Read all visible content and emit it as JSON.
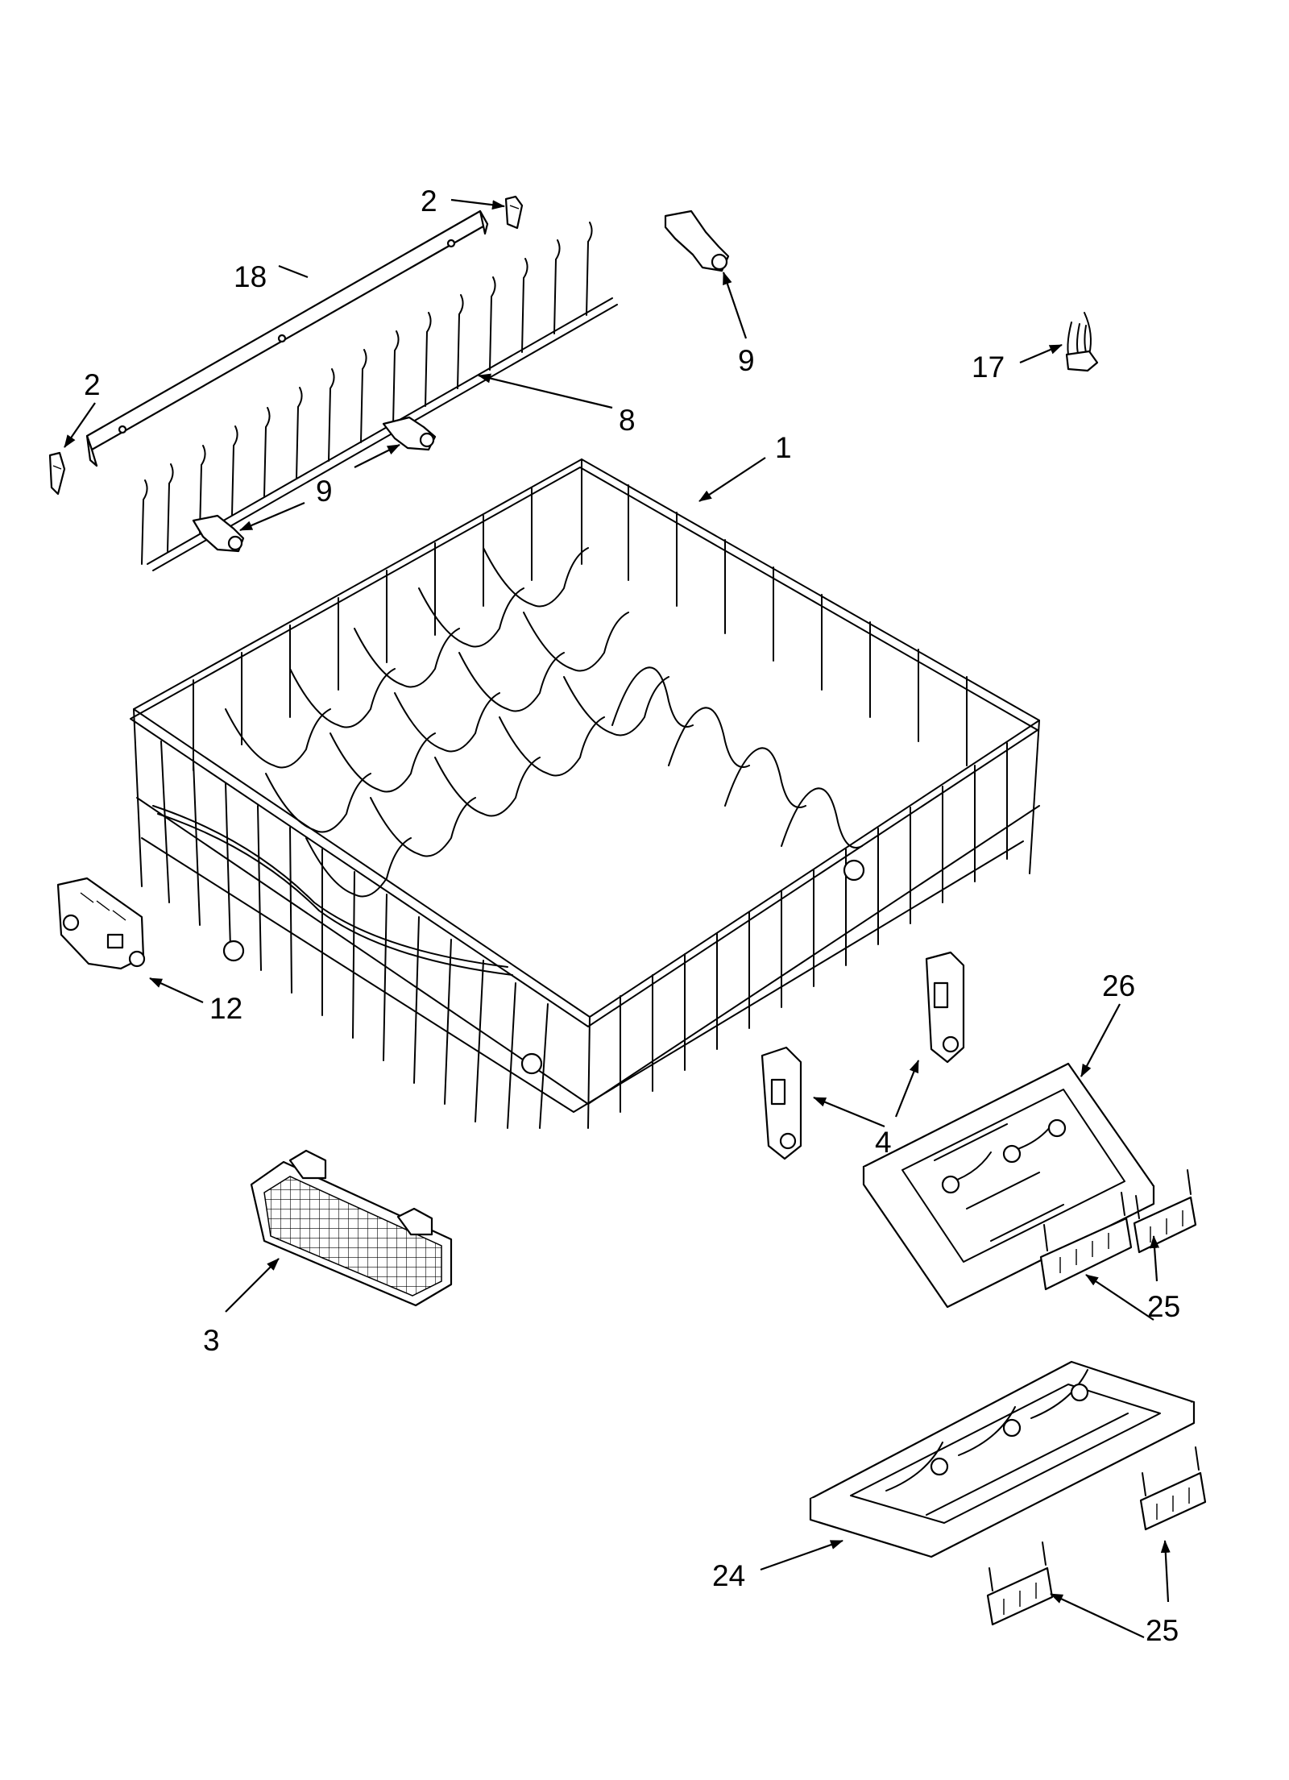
{
  "diagram": {
    "callouts": [
      {
        "id": "c2a",
        "label": "2"
      },
      {
        "id": "c18",
        "label": "18"
      },
      {
        "id": "c2b",
        "label": "2"
      },
      {
        "id": "c9a",
        "label": "9"
      },
      {
        "id": "c17",
        "label": "17"
      },
      {
        "id": "c8",
        "label": "8"
      },
      {
        "id": "c9b",
        "label": "9"
      },
      {
        "id": "c1",
        "label": "1"
      },
      {
        "id": "c12",
        "label": "12"
      },
      {
        "id": "c26",
        "label": "26"
      },
      {
        "id": "c4",
        "label": "4"
      },
      {
        "id": "c3",
        "label": "3"
      },
      {
        "id": "c25a",
        "label": "25"
      },
      {
        "id": "c24",
        "label": "24"
      },
      {
        "id": "c25b",
        "label": "25"
      }
    ]
  }
}
